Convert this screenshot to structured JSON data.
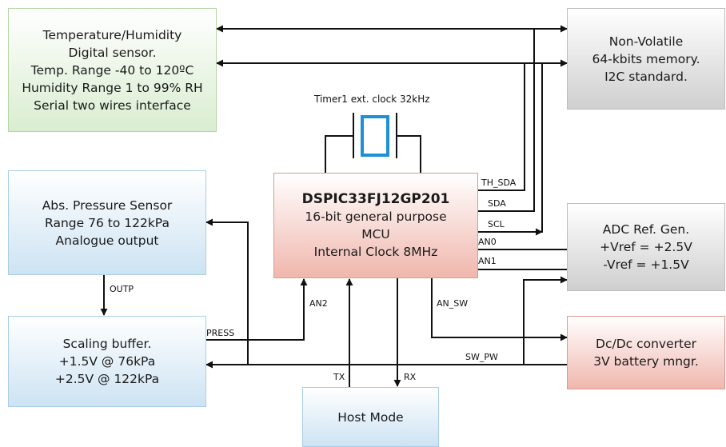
{
  "boxes": {
    "temp_sensor": [
      "Temperature/Humidity",
      "Digital sensor.",
      "Temp. Range -40 to 120ºC",
      "Humidity Range 1 to 99% RH",
      "Serial two wires interface"
    ],
    "memory": [
      "Non-Volatile",
      "64-kbits memory.",
      "I2C standard."
    ],
    "pressure_sensor": [
      "Abs. Pressure Sensor",
      "Range 76 to 122kPa",
      "Analogue output"
    ],
    "mcu": [
      "DSPIC33FJ12GP201",
      "16-bit general purpose",
      "MCU",
      "Internal Clock 8MHz"
    ],
    "adc_ref": [
      "ADC Ref. Gen.",
      "+Vref = +2.5V",
      "-Vref = +1.5V"
    ],
    "scaling_buffer": [
      "Scaling buffer.",
      "+1.5V @ 76kPa",
      "+2.5V @ 122kPa"
    ],
    "dcdc": [
      "Dc/Dc converter",
      "3V battery mngr."
    ],
    "host": [
      "Host Mode"
    ]
  },
  "labels": {
    "crystal": "Timer1 ext. clock 32kHz",
    "th_sda": "TH_SDA",
    "sda": "SDA",
    "scl": "SCL",
    "an0": "AN0",
    "an1": "AN1",
    "an_sw": "AN_SW",
    "sw_pw": "SW_PW",
    "outp": "OUTP",
    "press": "PRESS",
    "an2": "AN2",
    "tx": "TX",
    "rx": "RX"
  },
  "colors": {
    "line": "#111111",
    "crystal": "#1e90d6"
  }
}
